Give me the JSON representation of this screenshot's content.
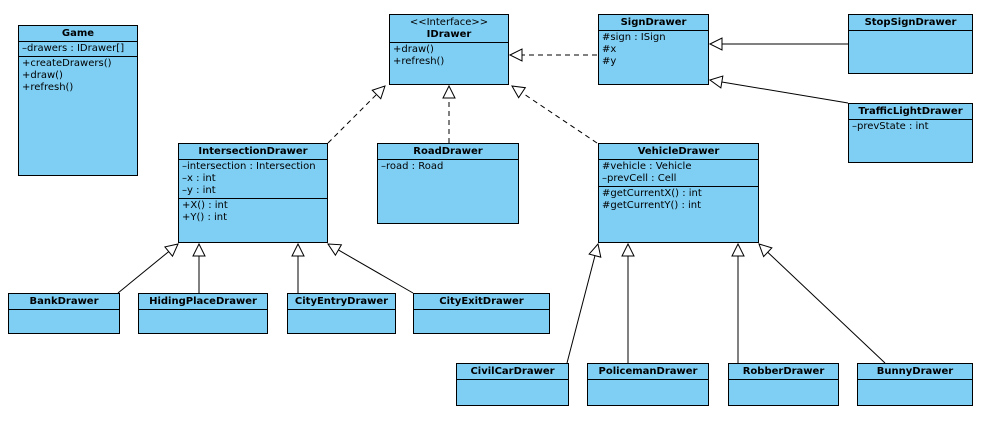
{
  "classes": {
    "game": {
      "name": "Game",
      "attributes": [
        "–drawers : IDrawer[]"
      ],
      "operations": [
        "+createDrawers()",
        "+draw()",
        "+refresh()"
      ]
    },
    "idrawer": {
      "stereotype": "<<Interface>>",
      "name": "IDrawer",
      "operations": [
        "+draw()",
        "+refresh()"
      ]
    },
    "signdrawer": {
      "name": "SignDrawer",
      "attributes": [
        "#sign : ISign",
        "#x",
        "#y"
      ]
    },
    "stopsigndrawer": {
      "name": "StopSignDrawer"
    },
    "trafficlightdrawer": {
      "name": "TrafficLightDrawer",
      "attributes": [
        "–prevState : int"
      ]
    },
    "intersectiondrawer": {
      "name": "IntersectionDrawer",
      "attributes": [
        "–intersection : Intersection",
        "–x : int",
        "–y : int"
      ],
      "operations": [
        "+X() : int",
        "+Y() : int"
      ]
    },
    "roaddrawer": {
      "name": "RoadDrawer",
      "attributes": [
        "–road : Road"
      ]
    },
    "vehicledrawer": {
      "name": "VehicleDrawer",
      "attributes": [
        "#vehicle : Vehicle",
        "–prevCell : Cell"
      ],
      "operations": [
        "#getCurrentX() : int",
        "#getCurrentY() : int"
      ]
    },
    "bankdrawer": {
      "name": "BankDrawer"
    },
    "hidingplacedrawer": {
      "name": "HidingPlaceDrawer"
    },
    "cityentrydrawer": {
      "name": "CityEntryDrawer"
    },
    "cityexitdrawer": {
      "name": "CityExitDrawer"
    },
    "civilcardrawer": {
      "name": "CivilCarDrawer"
    },
    "policemandrawer": {
      "name": "PolicemanDrawer"
    },
    "robberdrawer": {
      "name": "RobberDrawer"
    },
    "bunnydrawer": {
      "name": "BunnyDrawer"
    }
  },
  "relations": [
    {
      "from": "signdrawer",
      "to": "idrawer",
      "kind": "realization"
    },
    {
      "from": "intersectiondrawer",
      "to": "idrawer",
      "kind": "realization"
    },
    {
      "from": "roaddrawer",
      "to": "idrawer",
      "kind": "realization"
    },
    {
      "from": "vehicledrawer",
      "to": "idrawer",
      "kind": "realization"
    },
    {
      "from": "stopsigndrawer",
      "to": "signdrawer",
      "kind": "generalization"
    },
    {
      "from": "trafficlightdrawer",
      "to": "signdrawer",
      "kind": "generalization"
    },
    {
      "from": "bankdrawer",
      "to": "intersectiondrawer",
      "kind": "generalization"
    },
    {
      "from": "hidingplacedrawer",
      "to": "intersectiondrawer",
      "kind": "generalization"
    },
    {
      "from": "cityentrydrawer",
      "to": "intersectiondrawer",
      "kind": "generalization"
    },
    {
      "from": "cityexitdrawer",
      "to": "intersectiondrawer",
      "kind": "generalization"
    },
    {
      "from": "civilcardrawer",
      "to": "vehicledrawer",
      "kind": "generalization"
    },
    {
      "from": "policemandrawer",
      "to": "vehicledrawer",
      "kind": "generalization"
    },
    {
      "from": "robberdrawer",
      "to": "vehicledrawer",
      "kind": "generalization"
    },
    {
      "from": "bunnydrawer",
      "to": "vehicledrawer",
      "kind": "generalization"
    }
  ]
}
